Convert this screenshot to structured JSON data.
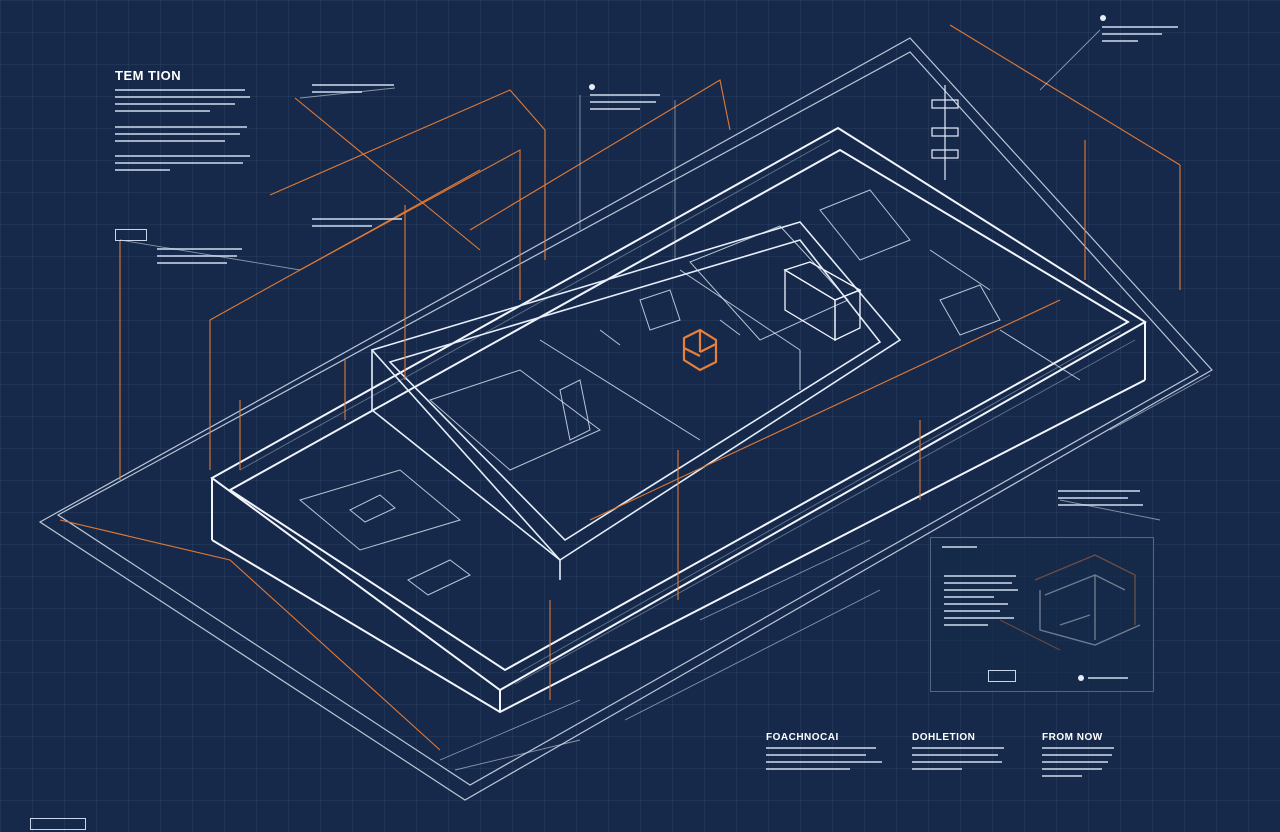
{
  "panel_left": {
    "title": "TEM TION"
  },
  "sections": [
    {
      "title": "FOACHNOCAI"
    },
    {
      "title": "DOHLETION"
    },
    {
      "title": "FROM NOW"
    }
  ],
  "colors": {
    "background": "#16294a",
    "line": "#e6eefb",
    "accent": "#e07a35"
  }
}
